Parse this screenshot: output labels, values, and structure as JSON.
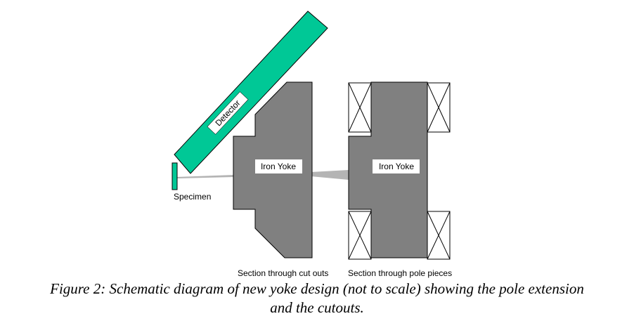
{
  "labels": {
    "detector": "Detector",
    "specimen": "Specimen",
    "yoke_left": "Iron Yoke",
    "yoke_right": "Iron Yoke",
    "section_left": "Section through cut outs",
    "section_right": "Section through pole pieces"
  },
  "caption": {
    "line1": "Figure 2: Schematic diagram of new yoke design (not to scale) showing the pole extension",
    "line2": "and the cutouts."
  },
  "colors": {
    "detector": "#00c896",
    "iron": "#808080",
    "gap": "#b4b4b4",
    "coil_fill": "#ffffff",
    "outline": "#000000"
  }
}
